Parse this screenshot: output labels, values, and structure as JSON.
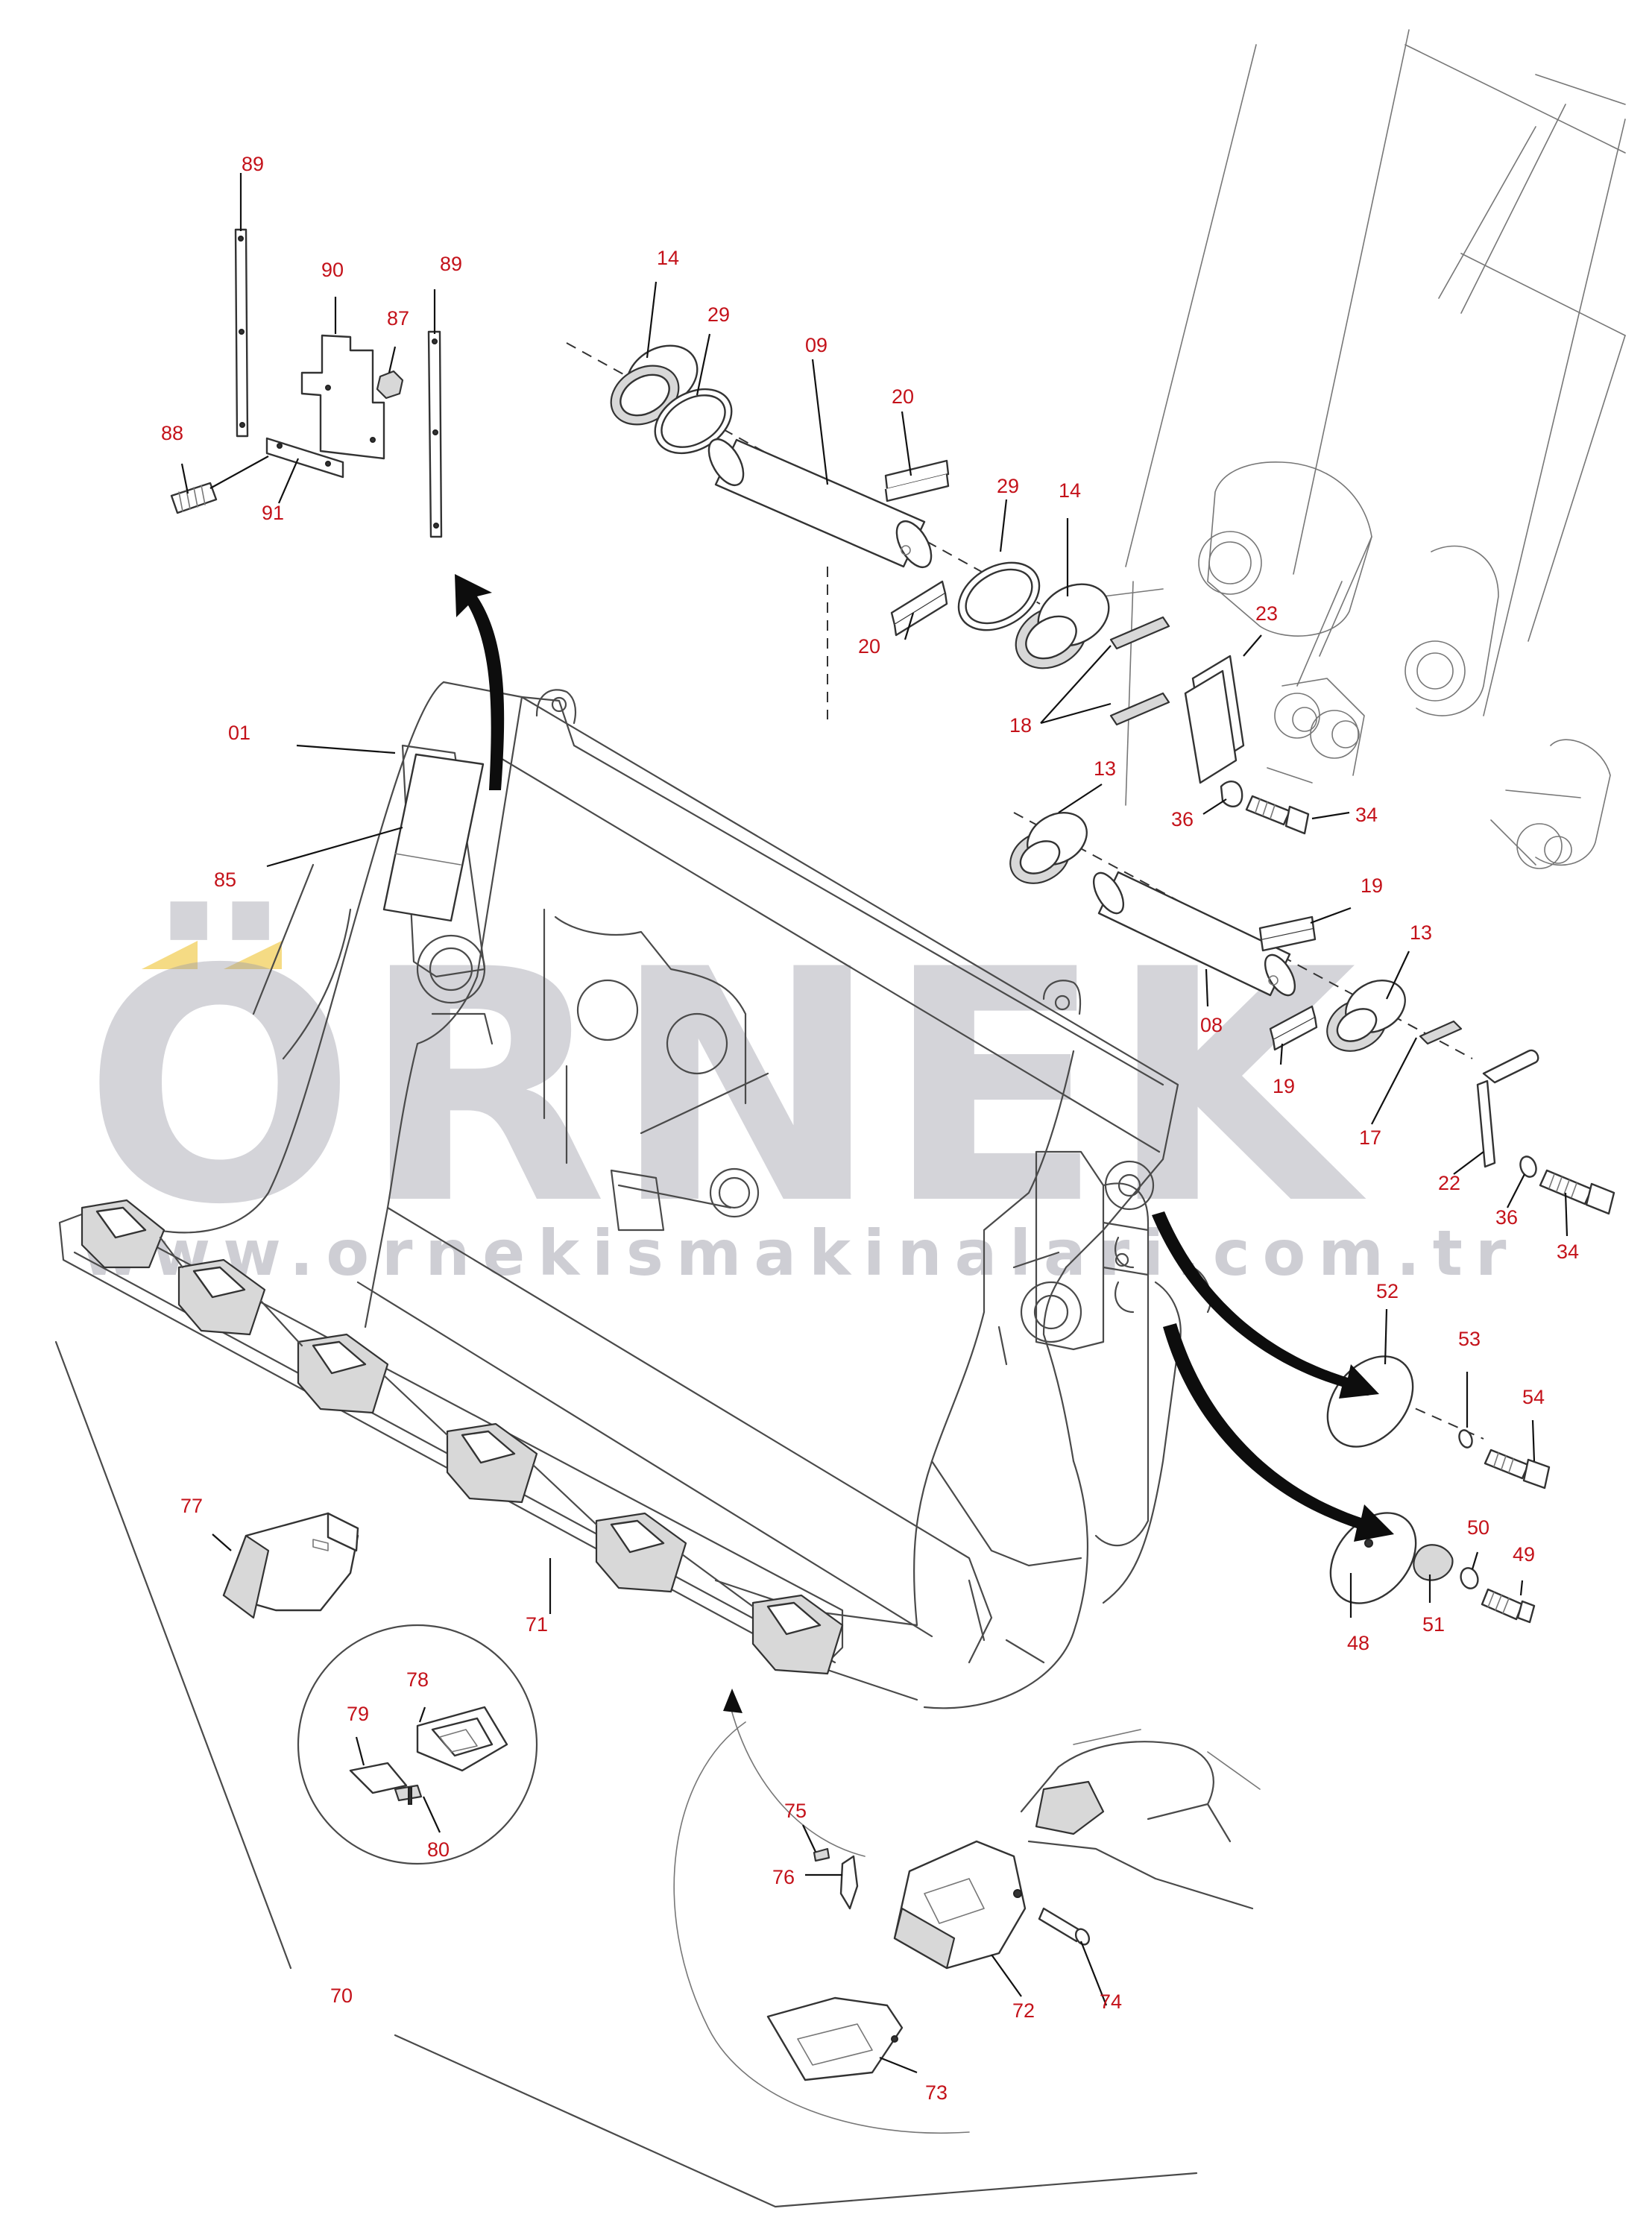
{
  "watermark": {
    "brand": "ÖRNEK",
    "url": "www.ornekismakinalari.com.tr",
    "accent_color": "#f2cf5b",
    "text_color": "#9a9aa6"
  },
  "label_color": "#c4121a",
  "callouts": {
    "n89a": "89",
    "n89b": "89",
    "n90": "90",
    "n87": "87",
    "n88": "88",
    "n91": "91",
    "n14a": "14",
    "n29a": "29",
    "n09": "09",
    "n20a": "20",
    "n29b": "29",
    "n14b": "14",
    "n20b": "20",
    "n23": "23",
    "n18": "18",
    "n01": "01",
    "n85": "85",
    "n13a": "13",
    "n36a": "36",
    "n34a": "34",
    "n19a": "19",
    "n13b": "13",
    "n08": "08",
    "n19b": "19",
    "n17": "17",
    "n22": "22",
    "n36b": "36",
    "n34b": "34",
    "n52": "52",
    "n53": "53",
    "n54": "54",
    "n77": "77",
    "n50": "50",
    "n49": "49",
    "n48": "48",
    "n51": "51",
    "n71": "71",
    "n78": "78",
    "n79": "79",
    "n80": "80",
    "n75": "75",
    "n76": "76",
    "n72": "72",
    "n74": "74",
    "n70": "70",
    "n73": "73"
  }
}
